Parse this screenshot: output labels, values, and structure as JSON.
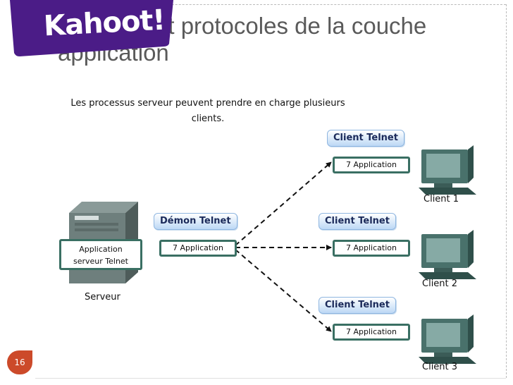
{
  "slide": {
    "title_part1": "et protocoles de la couche",
    "title_part2": "application",
    "number": "16"
  },
  "logo": {
    "text": "Kahoot!",
    "color": "#4b1c87"
  },
  "diagram": {
    "caption_line1": "Les processus serveur peuvent prendre en charge plusieurs",
    "caption_line2": "clients.",
    "server": {
      "bubble": "Démon Telnet",
      "app_box": "7 Application",
      "label_line1": "Application",
      "label_line2": "serveur Telnet",
      "caption": "Serveur"
    },
    "clients": [
      {
        "bubble": "Client Telnet",
        "app_box": "7 Application",
        "caption": "Client 1"
      },
      {
        "bubble": "Client Telnet",
        "app_box": "7 Application",
        "caption": "Client 2"
      },
      {
        "bubble": "Client Telnet",
        "app_box": "7 Application",
        "caption": "Client 3"
      }
    ]
  },
  "colors": {
    "app_border": "#3a6f63",
    "bubble_fill": "#bcd8f5",
    "slide_number_bg": "#cc4a2a",
    "title_text": "#5a5a5a"
  }
}
